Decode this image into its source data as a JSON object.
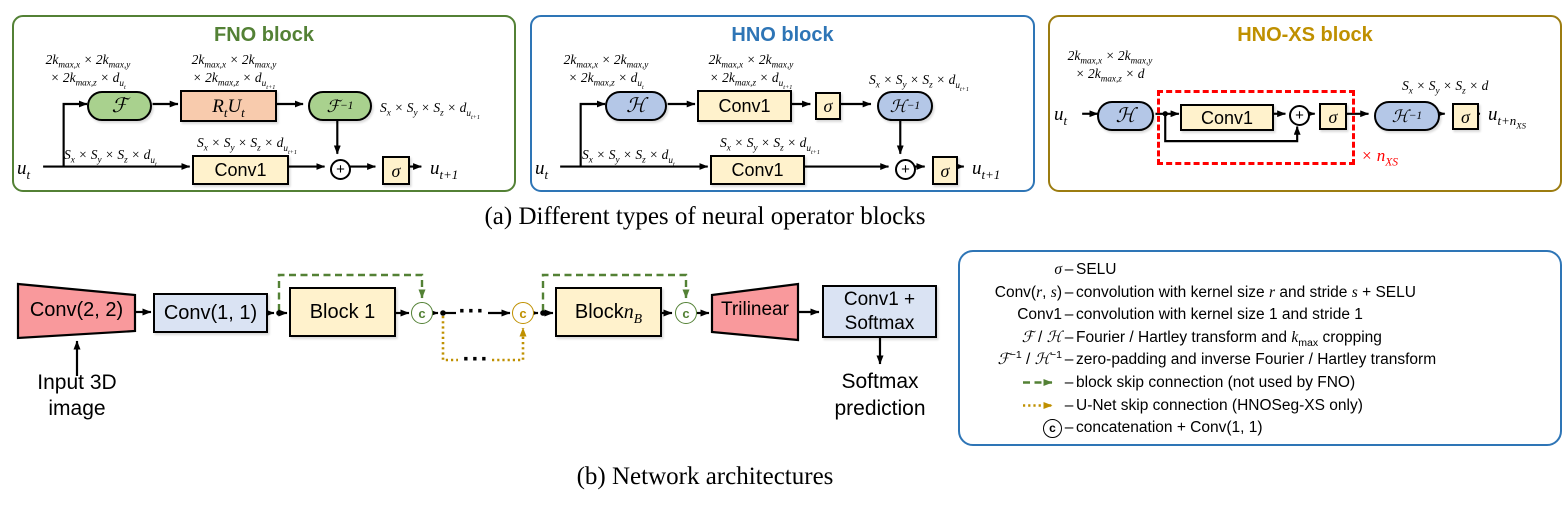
{
  "colors": {
    "green": "#538135",
    "blue": "#2e75b6",
    "gold": "#bf9000",
    "gold_border": "#9c7c10",
    "red": "#ff0000",
    "salmon": "#f9999c",
    "light_green": "#a9d18e",
    "light_blue": "#b4c7e7",
    "light_orange": "#f8cbad",
    "light_yellow": "#fff2cc",
    "lavender": "#dae3f3",
    "ink": "#000000"
  },
  "captions": {
    "a": "(a) Different types of neural operator blocks",
    "b": "(b) Network architectures"
  },
  "fno": {
    "title": "FNO block",
    "input": "*u_{t}*",
    "output": "*u_{t+1}*",
    "nodes": {
      "transform": "ℱ",
      "weights": "*R_{t}U_{t}*",
      "inverse": "ℱ^{−1}",
      "conv": "Conv1",
      "sigma": "*σ*",
      "plus": "+"
    },
    "dims": {
      "in_spec_1": "2k_{max,x} × 2k_{max,y}",
      "in_spec_2": "× 2k_{max,z} × d_{u_{t}}",
      "out_spec_1": "2k_{max,x} × 2k_{max,y}",
      "out_spec_2": "× 2k_{max,z} × d_{u_{t+1}}",
      "inv_out": "S_{x} × S_{y} × S_{z} × d_{u_{t+1}}",
      "skip_in": "S_{x} × S_{y} × S_{z} × d_{u_{t}}",
      "conv_out": "S_{x} × S_{y} × S_{z} × d_{u_{t+1}}"
    }
  },
  "hno": {
    "title": "HNO block",
    "input": "*u_{t}*",
    "output": "*u_{t+1}*",
    "nodes": {
      "transform": "ℋ",
      "conv_top": "Conv1",
      "sigma_top": "*σ*",
      "inverse": "ℋ^{−1}",
      "conv_bottom": "Conv1",
      "sigma_out": "*σ*",
      "plus": "+"
    },
    "dims": {
      "in_spec_1": "2k_{max,x} × 2k_{max,y}",
      "in_spec_2": "× 2k_{max,z} × d_{u_{t}}",
      "out_spec_1": "2k_{max,x} × 2k_{max,y}",
      "out_spec_2": "× 2k_{max,z} × d_{u_{t+1}}",
      "inv_out": "S_{x} × S_{y} × S_{z} × d_{u_{t+1}}",
      "skip_in": "S_{x} × S_{y} × S_{z} × d_{u_{t}}",
      "conv_out": "S_{x} × S_{y} × S_{z} × d_{u_{t+1}}"
    }
  },
  "hnoxs": {
    "title": "HNO-XS block",
    "input": "*u_{t}*",
    "output": "*u_{t+n_{XS}}*",
    "repeat": "× *n_{XS}*",
    "nodes": {
      "transform": "ℋ",
      "conv": "Conv1",
      "plus": "+",
      "sigma_in": "*σ*",
      "inverse": "ℋ^{−1}",
      "sigma_out": "*σ*"
    },
    "dims": {
      "in_spec_1": "2k_{max,x} × 2k_{max,y}",
      "in_spec_2": "× 2k_{max,z} × d",
      "out_spec": "S_{x} × S_{y} × S_{z} × d"
    }
  },
  "architecture": {
    "conv22": "Conv(2, 2)",
    "conv11": "Conv(1, 1)",
    "block1": "Block 1",
    "blockn": "Block *n_{B}*",
    "trilinear": "Trilinear",
    "head_line1": "Conv1 +",
    "head_line2": "Softmax",
    "input_line1": "Input 3D",
    "input_line2": "image",
    "output_line1": "Softmax",
    "output_line2": "prediction",
    "concat": "c",
    "ellipsis": "···"
  },
  "legend": {
    "dash": "–",
    "items": [
      {
        "term": "*σ*",
        "desc": "SELU"
      },
      {
        "term": "Conv(*r*, *s*)",
        "desc": "convolution with kernel size *r* and stride *s* + SELU"
      },
      {
        "term": "Conv1",
        "desc": "convolution with kernel size 1 and stride 1"
      },
      {
        "term": "*ℱ* / *ℋ*",
        "desc": "Fourier / Hartley transform and *k*_{max} cropping"
      },
      {
        "term": "*ℱ*^{−1} / *ℋ*^{−1}",
        "desc": "zero-padding and inverse Fourier / Hartley transform"
      },
      {
        "term": "",
        "desc": "block skip connection (not used by FNO)"
      },
      {
        "term": "",
        "desc": "U-Net skip connection (HNOSeg-XS only)"
      },
      {
        "term": "c",
        "desc": "concatenation + Conv(1, 1)"
      }
    ]
  }
}
